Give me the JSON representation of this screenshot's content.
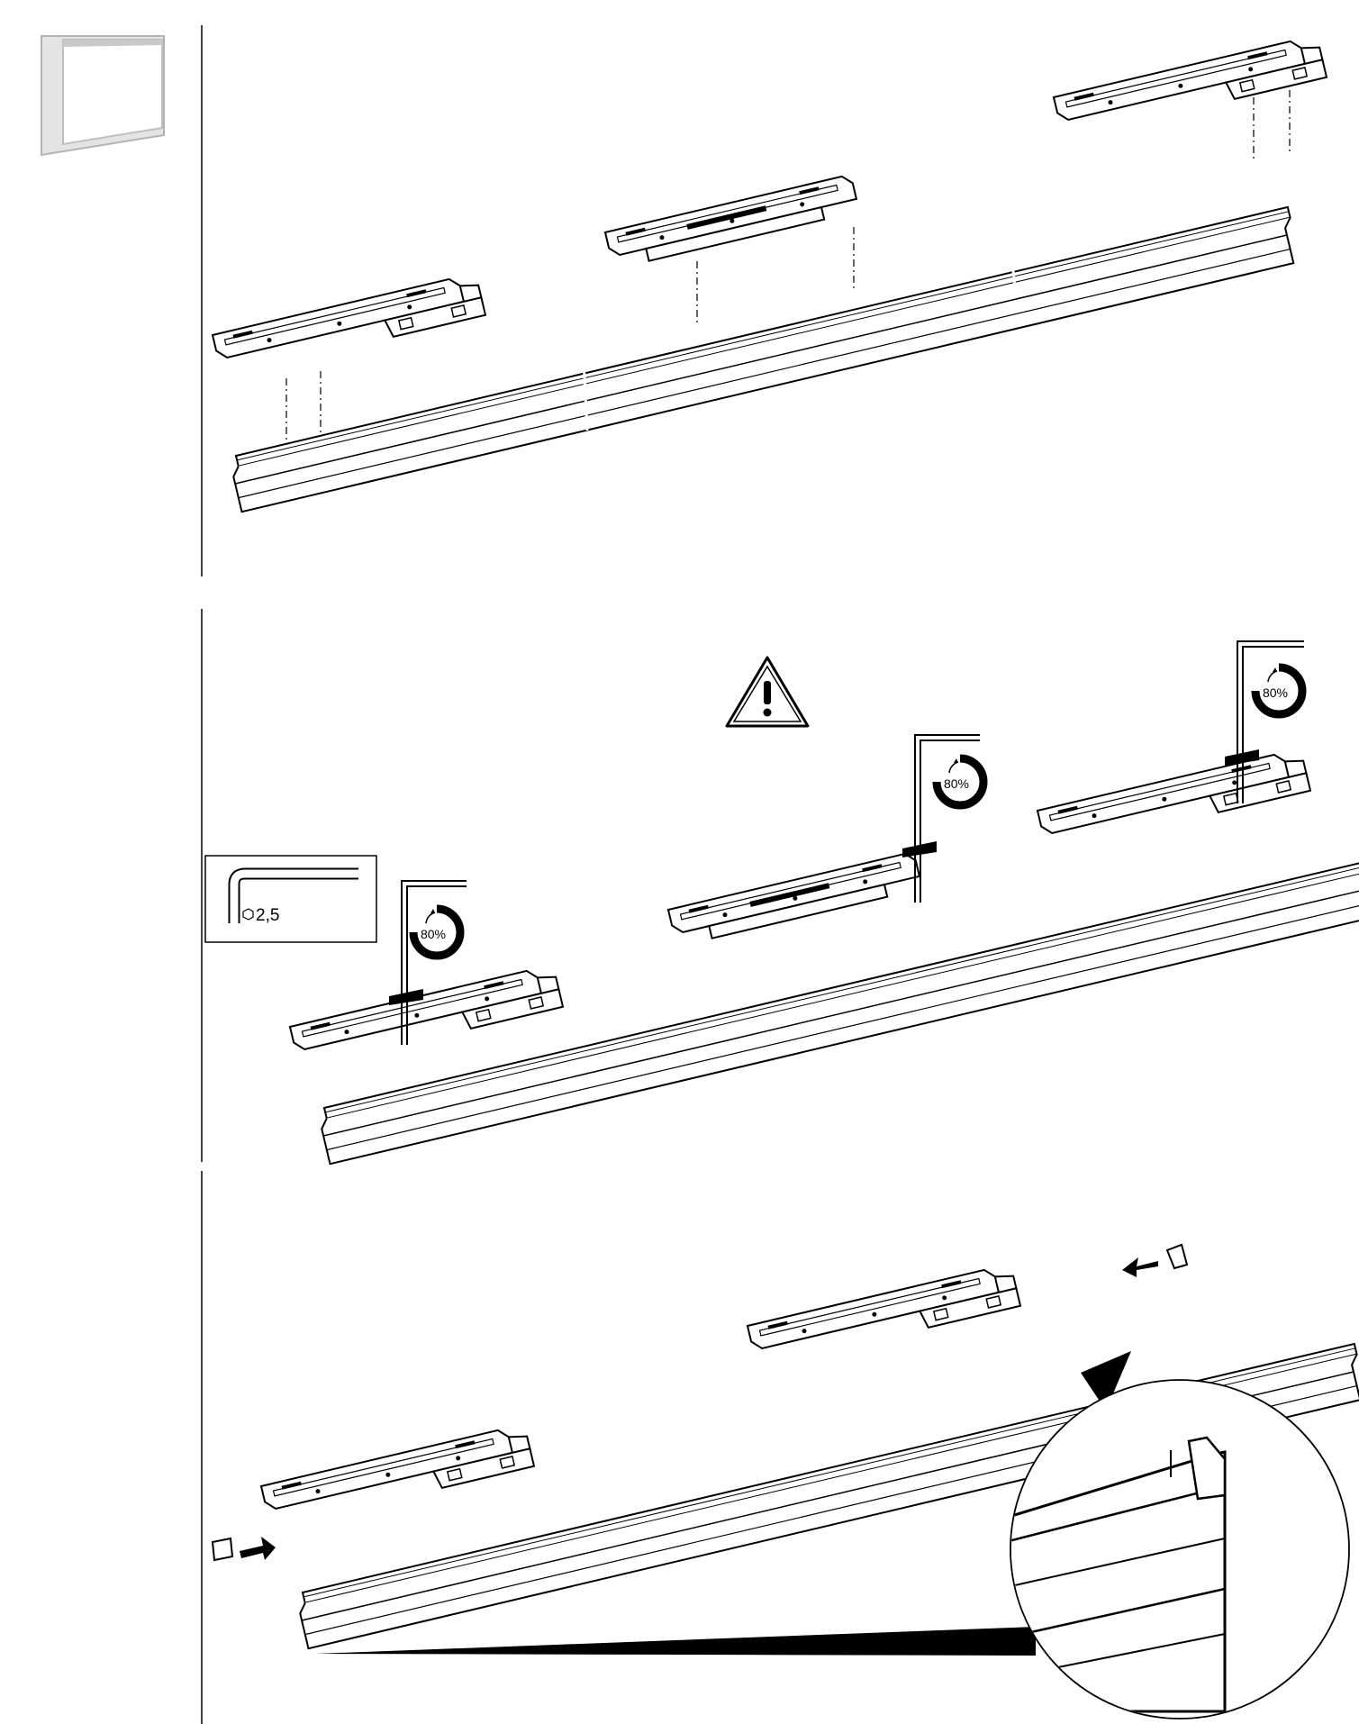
{
  "steps": [
    {
      "id": "mount-carriers"
    },
    {
      "id": "tighten-screws",
      "torque_label": "80%",
      "tool_size_label": "2,5",
      "warning_icon": "warning-triangle-icon"
    },
    {
      "id": "insert-end-caps",
      "detail_icon": "zoom-detail-icon"
    }
  ],
  "tool": {
    "icon": "hex-key-icon",
    "size_label": "2,5"
  },
  "torque": {
    "label": "80%",
    "icon": "rotation-arrow-icon"
  },
  "thumbnail": {
    "icon": "wardrobe-frame-icon"
  },
  "colors": {
    "line": "#000000",
    "paper": "#ffffff",
    "thumb": "#d9d9d9"
  }
}
